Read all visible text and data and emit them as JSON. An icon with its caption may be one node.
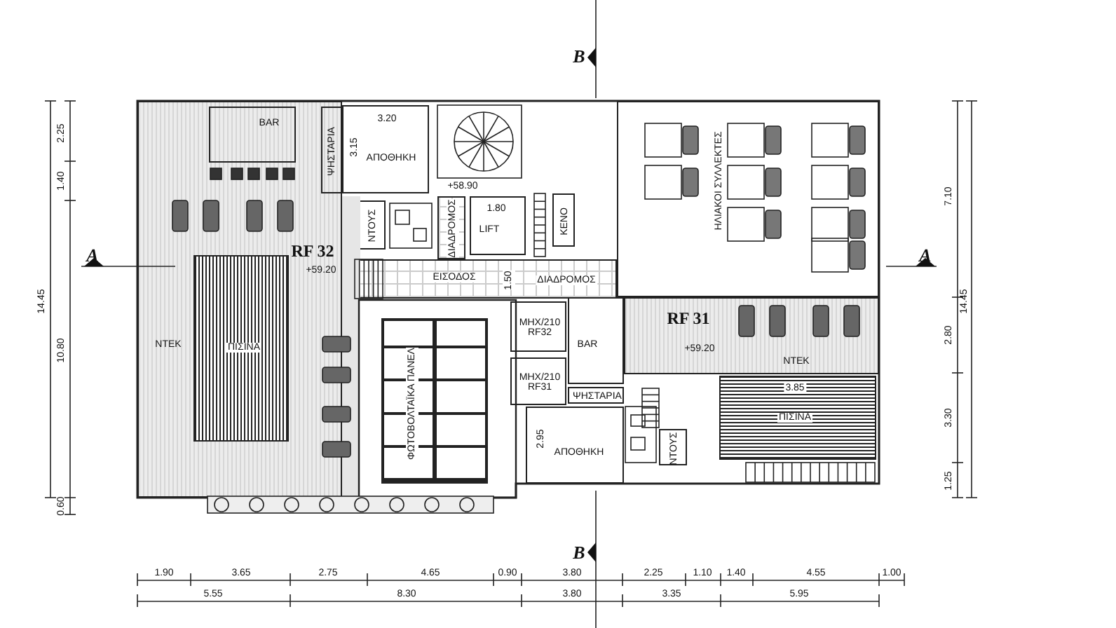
{
  "diagram": {
    "nodes": [
      {
        "text": [
          "RF 32",
          "+59.20",
          "ΝΤΕΚ"
        ]
      },
      {
        "text": [
          "ΠΙΣΙΝΑ"
        ],
        "in": 0
      },
      {
        "text": [
          "BAR"
        ],
        "in": 0
      },
      {
        "text": [
          "ΨΗΣΤΑΡΙΑ"
        ],
        "in": 0
      },
      {
        "text": [
          "3.20",
          "3.15",
          "ΑΠΟΘΗΚΗ"
        ]
      },
      {
        "text": [
          "ΝΤΟΥΣ"
        ]
      },
      {
        "text": [
          "ΔΙΑΔΡΟΜΟΣ"
        ]
      },
      {
        "text": [
          "1.80",
          "LIFT"
        ]
      },
      {
        "text": [
          "ΚΕΝΟ"
        ]
      },
      {
        "text": [
          "ΕΙΣΟΔΟΣ",
          "1.50",
          "ΔΙΑΔΡΟΜΟΣ"
        ]
      },
      {
        "text": [
          "ΜΗΧ/210 RF32"
        ]
      },
      {
        "text": [
          "ΜΗΧ/210 RF31"
        ]
      },
      {
        "text": [
          "ΦΩΤΟΒΟΛΤΑΪΚΑ ΠΑΝΕΛ"
        ]
      },
      {
        "text": [
          "ΗΛΙΑΚΟΙ ΣΥΛΛΕΚΤΕΣ"
        ]
      },
      {
        "text": [
          "RF 31",
          "+59.20",
          "ΝΤΕΚ"
        ]
      },
      {
        "text": [
          "BAR"
        ]
      },
      {
        "text": [
          "ΨΗΣΤΑΡΙΑ"
        ]
      },
      {
        "text": [
          "ΑΠΟΘΗΚΗ",
          "2.95"
        ]
      },
      {
        "text": [
          "ΝΤΟΥΣ"
        ]
      },
      {
        "text": [
          "3.85",
          "ΠΙΣΙΝΑ"
        ]
      }
    ],
    "edges": [],
    "labels": [
      "B",
      "+58.90",
      "2.25",
      "1.40",
      "7.10",
      "A",
      "A",
      "14.45",
      "14.45",
      "10.80",
      "2.80",
      "3.30",
      "1.25",
      "0.60",
      "B",
      "1.90",
      "3.65",
      "2.75",
      "4.65",
      "0.90",
      "3.80",
      "2.25",
      "1.10",
      "1.40",
      "4.55",
      "1.00",
      "5.55",
      "8.30",
      "3.80",
      "3.35",
      "5.95"
    ]
  }
}
